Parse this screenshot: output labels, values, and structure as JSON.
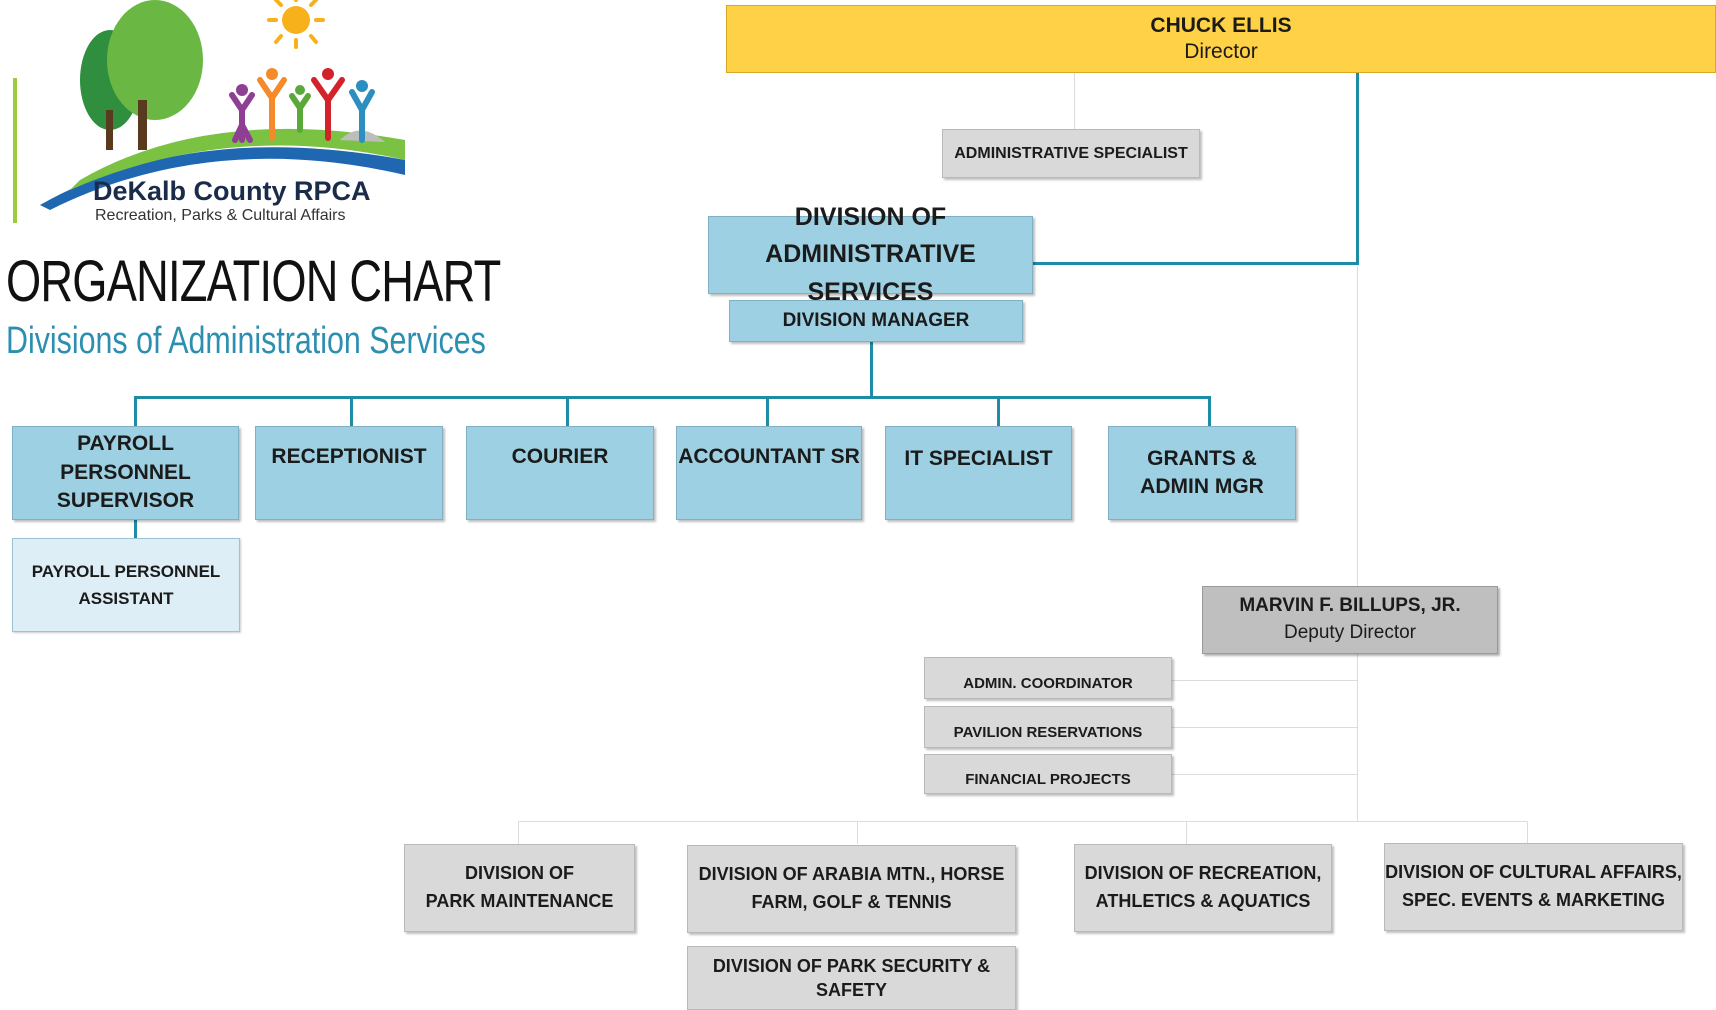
{
  "logo": {
    "name": "DeKalb County RPCA",
    "tagline": "Recreation, Parks & Cultural Affairs"
  },
  "title": "ORGANIZATION CHART",
  "subtitle": "Divisions of Administration Services",
  "director": {
    "name": "CHUCK ELLIS",
    "role": "Director"
  },
  "admin_specialist": "ADMINISTRATIVE SPECIALIST",
  "division_admin": {
    "line1": "DIVISION OF",
    "line2": "ADMINISTRATIVE SERVICES",
    "manager": "DIVISION MANAGER"
  },
  "staff": [
    {
      "line1": "PAYROLL PERSONNEL",
      "line2": "SUPERVISOR"
    },
    {
      "line1": "RECEPTIONIST",
      "line2": ""
    },
    {
      "line1": "COURIER",
      "line2": ""
    },
    {
      "line1": "ACCOUNTANT SR",
      "line2": ""
    },
    {
      "line1": "IT SPECIALIST",
      "line2": ""
    },
    {
      "line1": "GRANTS &",
      "line2": "ADMIN MGR"
    }
  ],
  "payroll_assistant": {
    "line1": "PAYROLL PERSONNEL",
    "line2": "ASSISTANT"
  },
  "deputy": {
    "name": "MARVIN F. BILLUPS, JR.",
    "role": "Deputy Director"
  },
  "deputy_staff": [
    "ADMIN. COORDINATOR",
    "PAVILION RESERVATIONS",
    "FINANCIAL PROJECTS"
  ],
  "divisions": [
    {
      "line1": "DIVISION OF",
      "line2": "PARK MAINTENANCE"
    },
    {
      "line1": "DIVISION OF ARABIA MTN., HORSE",
      "line2": "FARM, GOLF & TENNIS"
    },
    {
      "line1": "DIVISION OF RECREATION,",
      "line2": "ATHLETICS & AQUATICS"
    },
    {
      "line1": "DIVISION OF CULTURAL AFFAIRS,",
      "line2": "SPEC. EVENTS & MARKETING"
    }
  ],
  "security": "DIVISION OF PARK SECURITY & SAFETY"
}
